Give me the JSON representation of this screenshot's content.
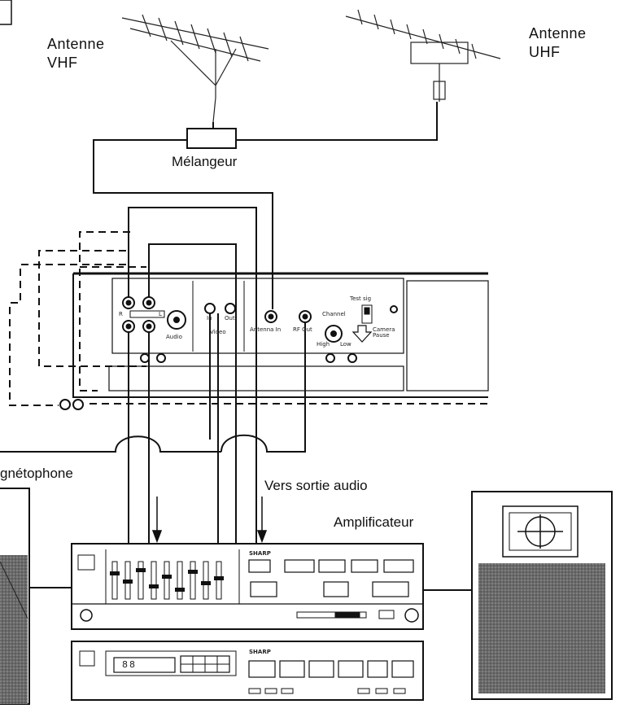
{
  "labels": {
    "antenna_vhf_line1": "Antenne",
    "antenna_vhf_line2": "VHF",
    "antenna_uhf_line1": "Antenne",
    "antenna_uhf_line2": "UHF",
    "mixer": "Mélangeur",
    "tape_recorder": "gnétophone",
    "to_audio_out": "Vers sortie audio",
    "amplifier": "Amplificateur"
  },
  "vcr_panel": {
    "r_label": "R",
    "l_label": "L",
    "in_label": "In",
    "out_label": "Out",
    "audio_label": "Audio",
    "video_label": "Video",
    "antenna_in_label": "Antenna In",
    "rf_out_label": "RF Out",
    "channel_label": "Channel",
    "high_label": "High",
    "low_label": "Low",
    "test_sig_label": "Test sig",
    "camera_pause_label": "Camera Pause"
  },
  "stereo": {
    "brand": "SHARP",
    "tuner_display": "88"
  },
  "colors": {
    "ink": "#111111",
    "screen_dark": "#555555",
    "paper": "#ffffff"
  }
}
